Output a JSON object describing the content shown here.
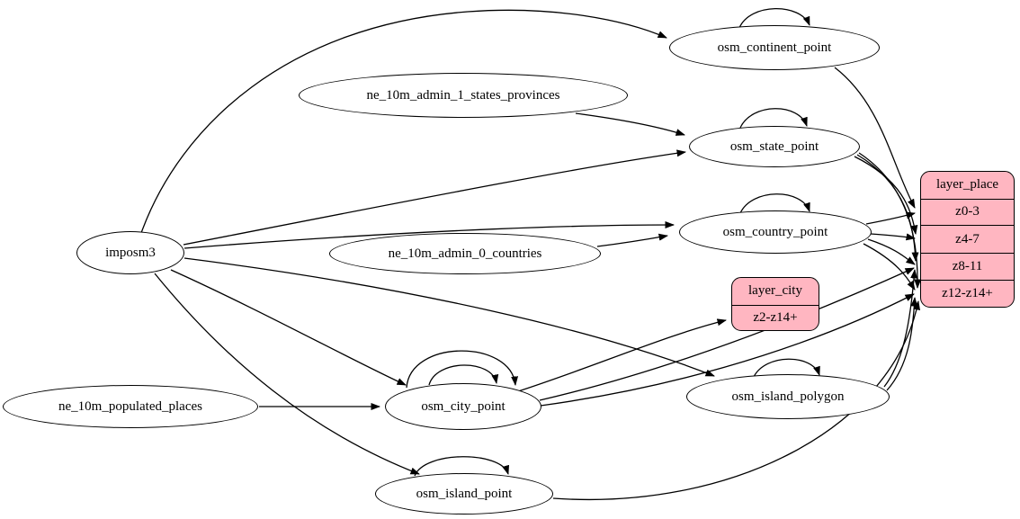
{
  "diagram": {
    "colors": {
      "record_fill": "#ffb6c1",
      "edge": "#000000",
      "node_fill": "#ffffff",
      "background": "#ffffff"
    },
    "nodes": {
      "imposm3": {
        "label": "imposm3"
      },
      "ne_10m_admin_1_states_provinces": {
        "label": "ne_10m_admin_1_states_provinces"
      },
      "ne_10m_admin_0_countries": {
        "label": "ne_10m_admin_0_countries"
      },
      "ne_10m_populated_places": {
        "label": "ne_10m_populated_places"
      },
      "osm_continent_point": {
        "label": "osm_continent_point"
      },
      "osm_state_point": {
        "label": "osm_state_point"
      },
      "osm_country_point": {
        "label": "osm_country_point"
      },
      "osm_city_point": {
        "label": "osm_city_point"
      },
      "osm_island_polygon": {
        "label": "osm_island_polygon"
      },
      "osm_island_point": {
        "label": "osm_island_point"
      },
      "layer_city": {
        "title": "layer_city",
        "rows": [
          "z2-z14+"
        ]
      },
      "layer_place": {
        "title": "layer_place",
        "rows": [
          "z0-3",
          "z4-7",
          "z8-11",
          "z12-z14+"
        ]
      }
    },
    "edges": [
      {
        "id": "e1",
        "from": "imposm3",
        "to": "osm_continent_point"
      },
      {
        "id": "e2",
        "from": "imposm3",
        "to": "osm_state_point"
      },
      {
        "id": "e3",
        "from": "ne_10m_admin_1_states_provinces",
        "to": "osm_state_point"
      },
      {
        "id": "e4",
        "from": "imposm3",
        "to": "osm_country_point"
      },
      {
        "id": "e5",
        "from": "ne_10m_admin_0_countries",
        "to": "osm_country_point"
      },
      {
        "id": "e6",
        "from": "imposm3",
        "to": "osm_city_point"
      },
      {
        "id": "e7",
        "from": "imposm3",
        "to": "osm_island_polygon"
      },
      {
        "id": "e8",
        "from": "imposm3",
        "to": "osm_island_point"
      },
      {
        "id": "e9",
        "from": "ne_10m_populated_places",
        "to": "osm_city_point"
      },
      {
        "id": "e10",
        "from": "osm_city_point",
        "to": "layer_city",
        "port": "z2-z14+"
      },
      {
        "id": "e11",
        "from": "osm_continent_point",
        "to": "layer_place",
        "port": "z0-3"
      },
      {
        "id": "e12",
        "from": "osm_country_point",
        "to": "layer_place",
        "port": "z0-3"
      },
      {
        "id": "e13",
        "from": "osm_country_point",
        "to": "layer_place",
        "port": "z4-7"
      },
      {
        "id": "e14",
        "from": "osm_country_point",
        "to": "layer_place",
        "port": "z8-11"
      },
      {
        "id": "e15",
        "from": "osm_country_point",
        "to": "layer_place",
        "port": "z12-z14+"
      },
      {
        "id": "e16",
        "from": "osm_state_point",
        "to": "layer_place",
        "port": "z4-7"
      },
      {
        "id": "e17",
        "from": "osm_state_point",
        "to": "layer_place",
        "port": "z8-11"
      },
      {
        "id": "e18",
        "from": "osm_state_point",
        "to": "layer_place",
        "port": "z12-z14+"
      },
      {
        "id": "e19",
        "from": "osm_city_point",
        "to": "layer_place",
        "port": "z8-11"
      },
      {
        "id": "e20",
        "from": "osm_city_point",
        "to": "layer_place",
        "port": "z12-z14+"
      },
      {
        "id": "e21",
        "from": "osm_island_polygon",
        "to": "layer_place",
        "port": "z8-11"
      },
      {
        "id": "e22",
        "from": "osm_island_polygon",
        "to": "layer_place",
        "port": "z12-z14+"
      },
      {
        "id": "e23",
        "from": "osm_island_point",
        "to": "layer_place",
        "port": "z12-z14+"
      },
      {
        "id": "loop1",
        "from": "osm_continent_point",
        "to": "osm_continent_point"
      },
      {
        "id": "loop2",
        "from": "osm_state_point",
        "to": "osm_state_point"
      },
      {
        "id": "loop3",
        "from": "osm_country_point",
        "to": "osm_country_point"
      },
      {
        "id": "loop4",
        "from": "osm_city_point",
        "to": "osm_city_point"
      },
      {
        "id": "loop5",
        "from": "osm_city_point",
        "to": "osm_city_point"
      },
      {
        "id": "loop6",
        "from": "osm_island_polygon",
        "to": "osm_island_polygon"
      },
      {
        "id": "loop7",
        "from": "osm_island_point",
        "to": "osm_island_point"
      }
    ]
  }
}
